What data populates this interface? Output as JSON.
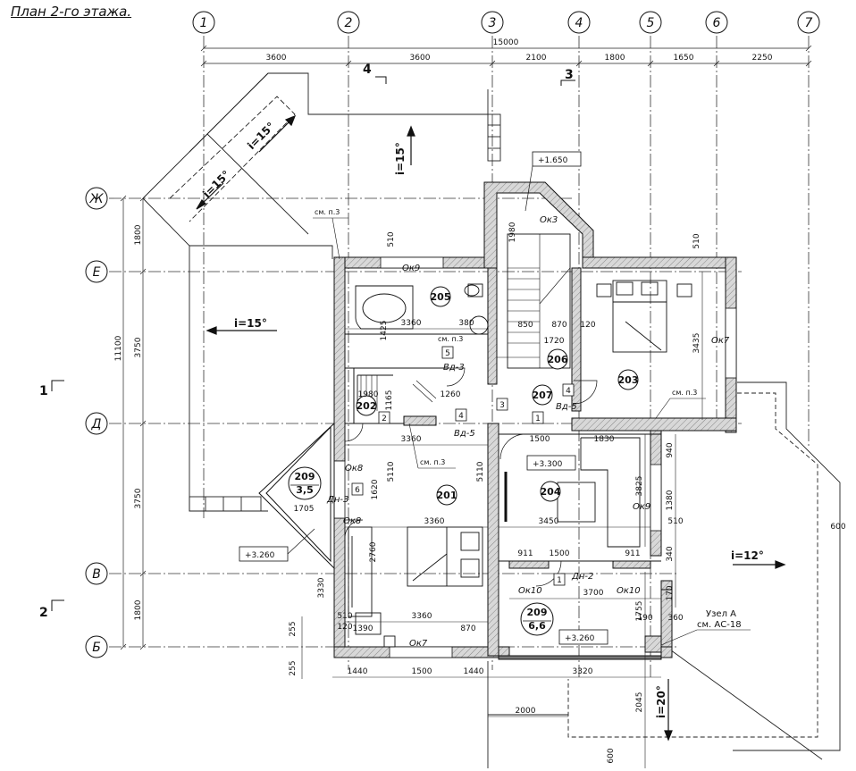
{
  "title": "План 2-го этажа.",
  "axes_h": [
    "1",
    "2",
    "3",
    "4",
    "5",
    "6",
    "7"
  ],
  "axes_v": [
    "Ж",
    "Е",
    "Д",
    "В",
    "Б"
  ],
  "dims_top": [
    "3600",
    "3600",
    "2100",
    "1800",
    "1650",
    "2250"
  ],
  "dim_total": "15000",
  "dims_left": [
    "1800",
    "3750",
    "3750",
    "1800"
  ],
  "dim_left_total": "11100",
  "rooms": {
    "r201": "201",
    "r202": "202",
    "r203": "203",
    "r204": "204",
    "r205": "205",
    "r206": "206",
    "r207": "207",
    "r209a": "209",
    "r209a_area": "3,5",
    "r209b": "209",
    "r209b_area": "6,6"
  },
  "windows": [
    "Ок3",
    "Ок9",
    "Ок7",
    "Ок8",
    "Ок8",
    "Ок9",
    "Ок10",
    "Ок10",
    "Ок7"
  ],
  "doors": [
    "Вд-3",
    "Вд-5",
    "Вд-5",
    "Дн-3",
    "Дн-2"
  ],
  "levels": [
    "+1.650",
    "+3.300",
    "+3.260",
    "+3.260"
  ],
  "slopes": [
    "i=15°",
    "i=15°",
    "i=15°",
    "i=15°",
    "i=12°",
    "i=20°"
  ],
  "notes": {
    "see": "см. п.3",
    "node": "Узел А",
    "node_ref": "см. АС-18"
  },
  "sections": [
    "1",
    "2",
    "3",
    "4"
  ],
  "inner_dims": [
    "3360",
    "380",
    "850",
    "870",
    "120",
    "1720",
    "1260",
    "1980",
    "1425",
    "1165",
    "3360",
    "1500",
    "3360",
    "3450",
    "1830",
    "3825",
    "940",
    "1380",
    "510",
    "911",
    "1500",
    "911",
    "3700",
    "340",
    "170",
    "3360",
    "870",
    "1390",
    "1440",
    "1500",
    "1440",
    "3320",
    "2000",
    "1755",
    "2045",
    "3435",
    "5110",
    "5110",
    "2760",
    "3330",
    "1620",
    "1705",
    "190",
    "360",
    "255",
    "600",
    "600",
    "120",
    "510",
    "510"
  ]
}
